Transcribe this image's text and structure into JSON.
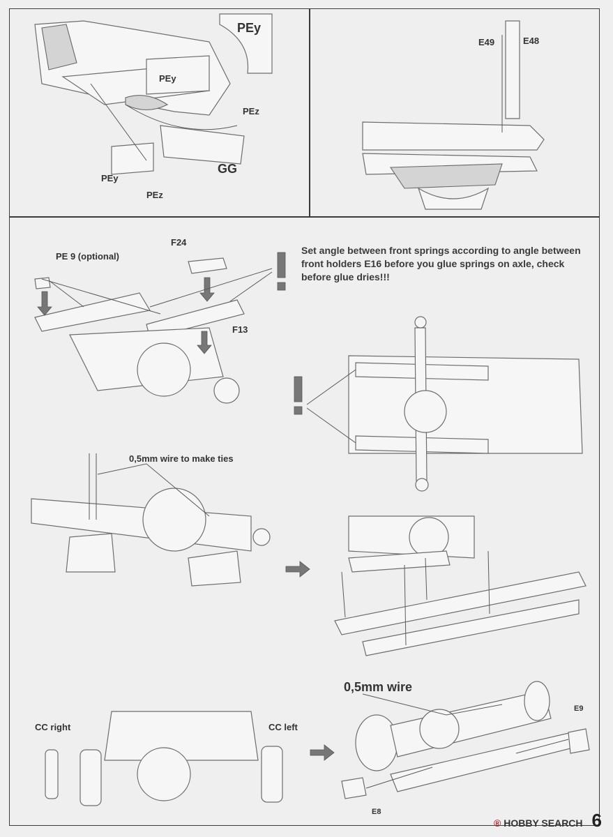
{
  "labels": {
    "pey_box": "PEy",
    "pey_1": "PEy",
    "pez_1": "PEz",
    "pey_2": "PEy",
    "pez_2": "PEz",
    "gg": "GG",
    "e49": "E49",
    "e48": "E48",
    "f24": "F24",
    "pe9": "PE 9 (optional)",
    "f13": "F13",
    "warning_text": "Set angle between front springs according to angle between front holders E16 before you glue springs on axle, check before glue dries!!!",
    "wire_ties": "0,5mm wire to make ties",
    "wire": "0,5mm wire",
    "cc_right": "CC right",
    "cc_left": "CC left",
    "e9": "E9",
    "e8": "E8"
  },
  "page_number": "6",
  "watermark": {
    "symbol": "®",
    "text": "HOBBY SEARCH"
  }
}
